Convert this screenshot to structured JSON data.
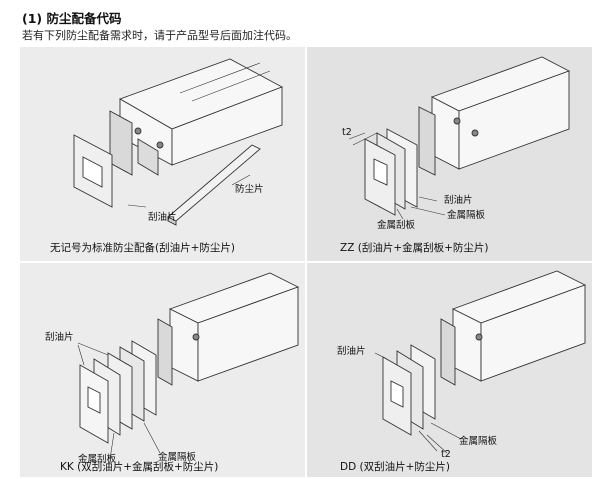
{
  "heading": "(1) 防尘配备代码",
  "intro": "若有下列防尘配备需求时，请于产品型号后面加注代码。",
  "panels": [
    {
      "caption": "无记号为标准防尘配备(刮油片+防尘片)",
      "labels": {
        "dust_strip": "防尘片",
        "scraper": "刮油片"
      }
    },
    {
      "caption": "ZZ (刮油片+金属刮板+防尘片)",
      "labels": {
        "t2": "t2",
        "scraper": "刮油片",
        "metal_spacer": "金属隔板",
        "metal_scraper": "金属刮板"
      }
    },
    {
      "caption": "KK (双刮油片+金属刮板+防尘片)",
      "labels": {
        "scraper": "刮油片",
        "metal_scraper": "金属刮板",
        "metal_spacer": "金属隔板"
      }
    },
    {
      "caption": "DD (双刮油片+防尘片)",
      "labels": {
        "scraper": "刮油片",
        "metal_spacer": "金属隔板",
        "t2": "t2"
      }
    }
  ]
}
